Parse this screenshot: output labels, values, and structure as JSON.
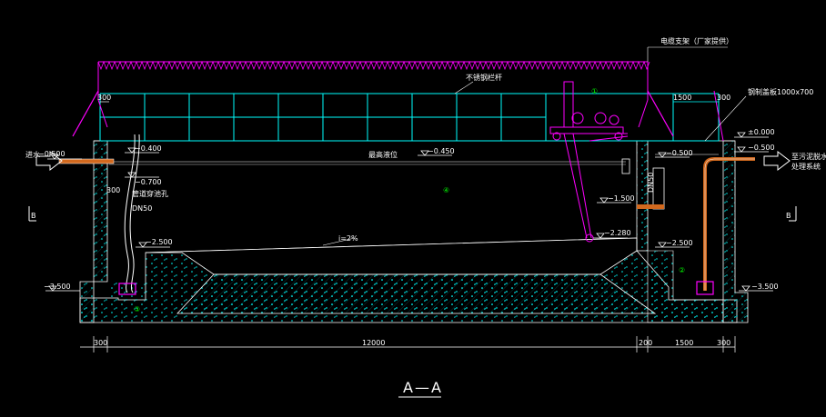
{
  "drawing": {
    "section_title": "A—A",
    "section_marker_left": "B",
    "section_marker_right": "B",
    "colors": {
      "background": "#000000",
      "concrete": "#00ffff",
      "railing": "#00ffff",
      "cable": "#ff00ff",
      "equipment": "#ff00ff",
      "pipe": "#d2691e",
      "lines": "#ffffff",
      "callouts": "#00ff00"
    }
  },
  "labels": {
    "cable_support": "电缆支架（厂家提供）",
    "railing": "不锈钢栏杆",
    "hatch": "钢制盖板1000x700",
    "inlet": "进水",
    "outlet": "至污泥脱水\n处理系统",
    "water_level": "最高液位",
    "pipe_note": "管道穿池孔",
    "inlet_pipe": "DN50",
    "outlet_pipe": "DN50",
    "slope": "i=2%",
    "callout_1": "①",
    "callout_2": "②",
    "callout_3": "③",
    "callout_4": "④"
  },
  "elevations": {
    "e_inlet": "−0.500",
    "e_overflow": "−0.400",
    "e_pipe_bottom": "−0.700",
    "e_water": "−0.450",
    "e_left_floor": "−2.500",
    "e_left_base": "−3.500",
    "e_right_top": "±0.000",
    "e_right_out": "−0.500",
    "e_right_inner": "−0.500",
    "e_right_mid": "−1.500",
    "e_right_floor": "−2.500",
    "e_slope_top": "−2.280",
    "e_right_base": "−3.500"
  },
  "dimensions": {
    "d_left_wall": "300",
    "d_main": "12000",
    "d_mid_wall": "200",
    "d_right_tank": "1500",
    "d_right_wall": "300",
    "d_top_right": "1500",
    "d_pipe_offset": "300",
    "d_top_left": "300",
    "d_top_far_right": "300"
  }
}
